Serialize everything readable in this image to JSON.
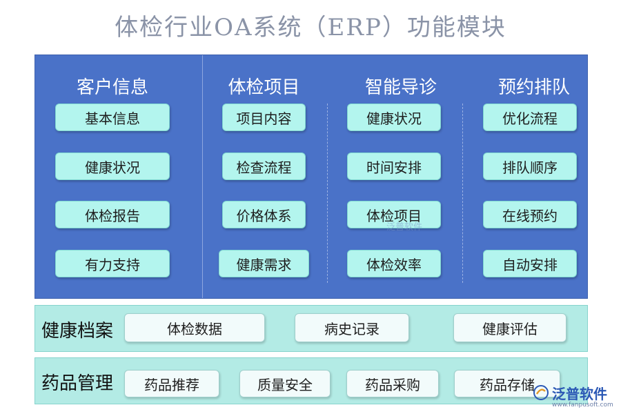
{
  "title": "体检行业OA系统（ERP）功能模块",
  "columns": [
    {
      "title": "客户信息",
      "items": [
        "基本信息",
        "健康状况",
        "体检报告",
        "有力支持"
      ]
    },
    {
      "title": "体检项目",
      "items": [
        "项目内容",
        "检查流程",
        "价格体系",
        "健康需求"
      ]
    },
    {
      "title": "智能导诊",
      "items": [
        "健康状况",
        "时间安排",
        "体检项目",
        "体检效率"
      ]
    },
    {
      "title": "预约排队",
      "items": [
        "优化流程",
        "排队顺序",
        "在线预约",
        "自动安排"
      ]
    }
  ],
  "bands": [
    {
      "title": "健康档案",
      "items": [
        "体检数据",
        "病史记录",
        "健康评估"
      ]
    },
    {
      "title": "药品管理",
      "items": [
        "药品推荐",
        "质量安全",
        "药品采购",
        "药品存储"
      ]
    }
  ],
  "watermark": {
    "center_text": "泛普软件",
    "logo_text": "泛普软件",
    "logo_url": "www.fanpusoft.com"
  },
  "colors": {
    "panel": "#4a72c8",
    "chip": "#b3f5ee",
    "band": "#b3ebe5",
    "title": "#8a93a7"
  }
}
